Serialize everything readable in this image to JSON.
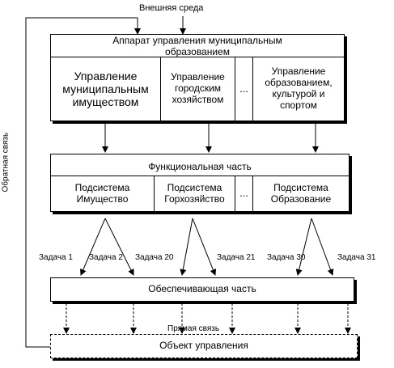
{
  "external_env": "Внешняя среда",
  "feedback": "Обратная связь",
  "direct_link": "Прямая связь",
  "apparatus": {
    "title": "Аппарат управления муниципальным\nобразованием",
    "cells": [
      "Управление\nмуниципальным\nимуществом",
      "Управление\nгородским\nхозяйством",
      "...",
      "Управление\nобразованием,\nкультурой и\nспортом"
    ]
  },
  "functional": {
    "title": "Функциональная часть",
    "cells": [
      "Подсистема\nИмущество",
      "Подсистема\nГорхозяйство",
      "...",
      "Подсистема\nОбразование"
    ]
  },
  "tasks": [
    "Задача 1",
    "Задача 2",
    "Задача 20",
    "Задача 21",
    "Задача 30",
    "Задача 31"
  ],
  "supporting": "Обеспечивающая часть",
  "object": "Объект управления"
}
